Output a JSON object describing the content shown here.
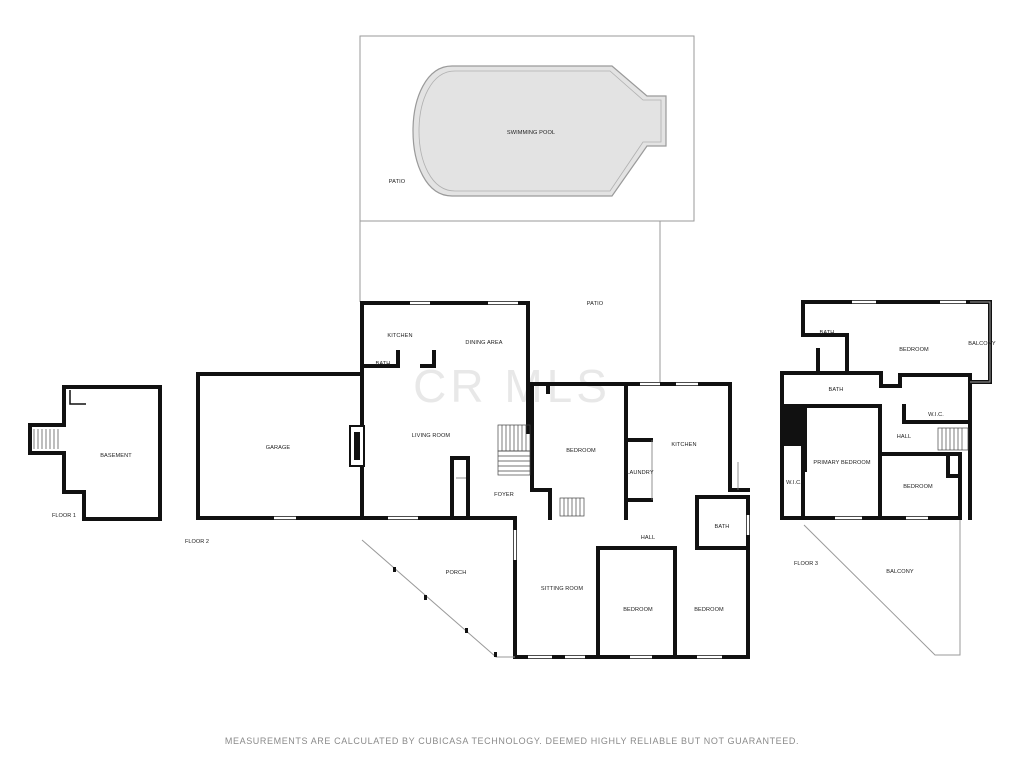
{
  "watermark": "CR MLS",
  "footer_note": "MEASUREMENTS ARE CALCULATED BY CUBICASA TECHNOLOGY. DEEMED HIGHLY RELIABLE BUT NOT GUARANTEED.",
  "floors": {
    "floor1": {
      "label": "FLOOR 1",
      "rooms": {
        "basement": "BASEMENT"
      }
    },
    "floor2": {
      "label": "FLOOR 2",
      "rooms": {
        "swimming_pool": "SWIMMING POOL",
        "patio_pool": "PATIO",
        "patio": "PATIO",
        "kitchen_main": "KITCHEN",
        "dining_area": "DINING AREA",
        "bath_main": "BATH",
        "garage": "GARAGE",
        "living_room": "LIVING ROOM",
        "bedroom_center": "BEDROOM",
        "kitchen_east": "KITCHEN",
        "laundry": "LAUNDRY",
        "foyer": "FOYER",
        "hall": "HALL",
        "bath_east": "BATH",
        "porch": "PORCH",
        "sitting_room": "SITTING ROOM",
        "bedroom_sw": "BEDROOM",
        "bedroom_se": "BEDROOM"
      }
    },
    "floor3": {
      "label": "FLOOR 3",
      "rooms": {
        "bath_top": "BATH",
        "bedroom_top": "BEDROOM",
        "balcony_top": "BALCONY",
        "bath_mid": "BATH",
        "wic_right": "W.I.C.",
        "hall": "HALL",
        "wic_left": "W.I.C.",
        "primary_bedroom": "PRIMARY BEDROOM",
        "bedroom_right": "BEDROOM",
        "balcony_bottom": "BALCONY"
      }
    }
  }
}
